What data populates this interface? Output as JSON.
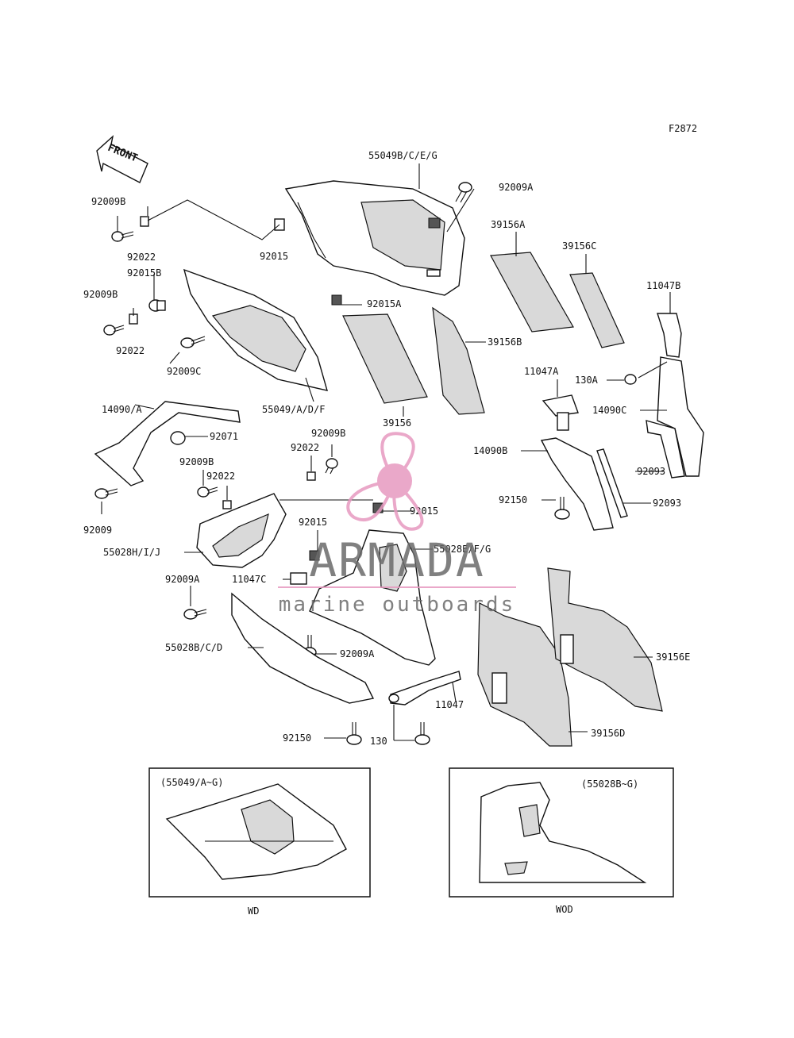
{
  "figure_code": "F2872",
  "front_label": "FRONT",
  "callouts": {
    "p55049bceg": "55049B/C/E/G",
    "p92009a_top": "92009A",
    "p92009b_top": "92009B",
    "p92022_top": "92022",
    "p92015_top": "92015",
    "p92015b": "92015B",
    "p92009b_mid": "92009B",
    "p92022_mid": "92022",
    "p92009c": "92009C",
    "p55049adf": "55049/A/D/F",
    "p92015a": "92015A",
    "p39156a": "39156A",
    "p39156c": "39156C",
    "p39156b": "39156B",
    "p39156": "39156",
    "p11047b": "11047B",
    "p130a": "130A",
    "p11047a": "11047A",
    "p14090c": "14090C",
    "p14090a": "14090/A",
    "p92071": "92071",
    "p92009": "92009",
    "p92009b_low": "92009B",
    "p92022_low1": "92022",
    "p92009b_low2": "92009B",
    "p92022_low2": "92022",
    "p14090b": "14090B",
    "p92093_1": "92093",
    "p92093_2": "92093",
    "p92150_right": "92150",
    "p92015_mid1": "92015",
    "p92015_mid2": "92015",
    "p55028hij": "55028H/I/J",
    "p55028efg": "55028E/F/G",
    "p92009a_low": "92009A",
    "p11047c": "11047C",
    "p55028bcd": "55028B/C/D",
    "p92009a_bot": "92009A",
    "p11047": "11047",
    "p92150_bot": "92150",
    "p130": "130",
    "p39156e": "39156E",
    "p39156d": "39156D"
  },
  "insets": {
    "left_caption": "(55049/A~G)",
    "left_label": "WD",
    "right_caption": "(55028B~G)",
    "right_label": "WOD"
  },
  "watermark": {
    "brand": "ARMADA",
    "tagline": "marine outboards",
    "accent_color": "#e79ac0",
    "text_color": "#6b6b6b"
  }
}
